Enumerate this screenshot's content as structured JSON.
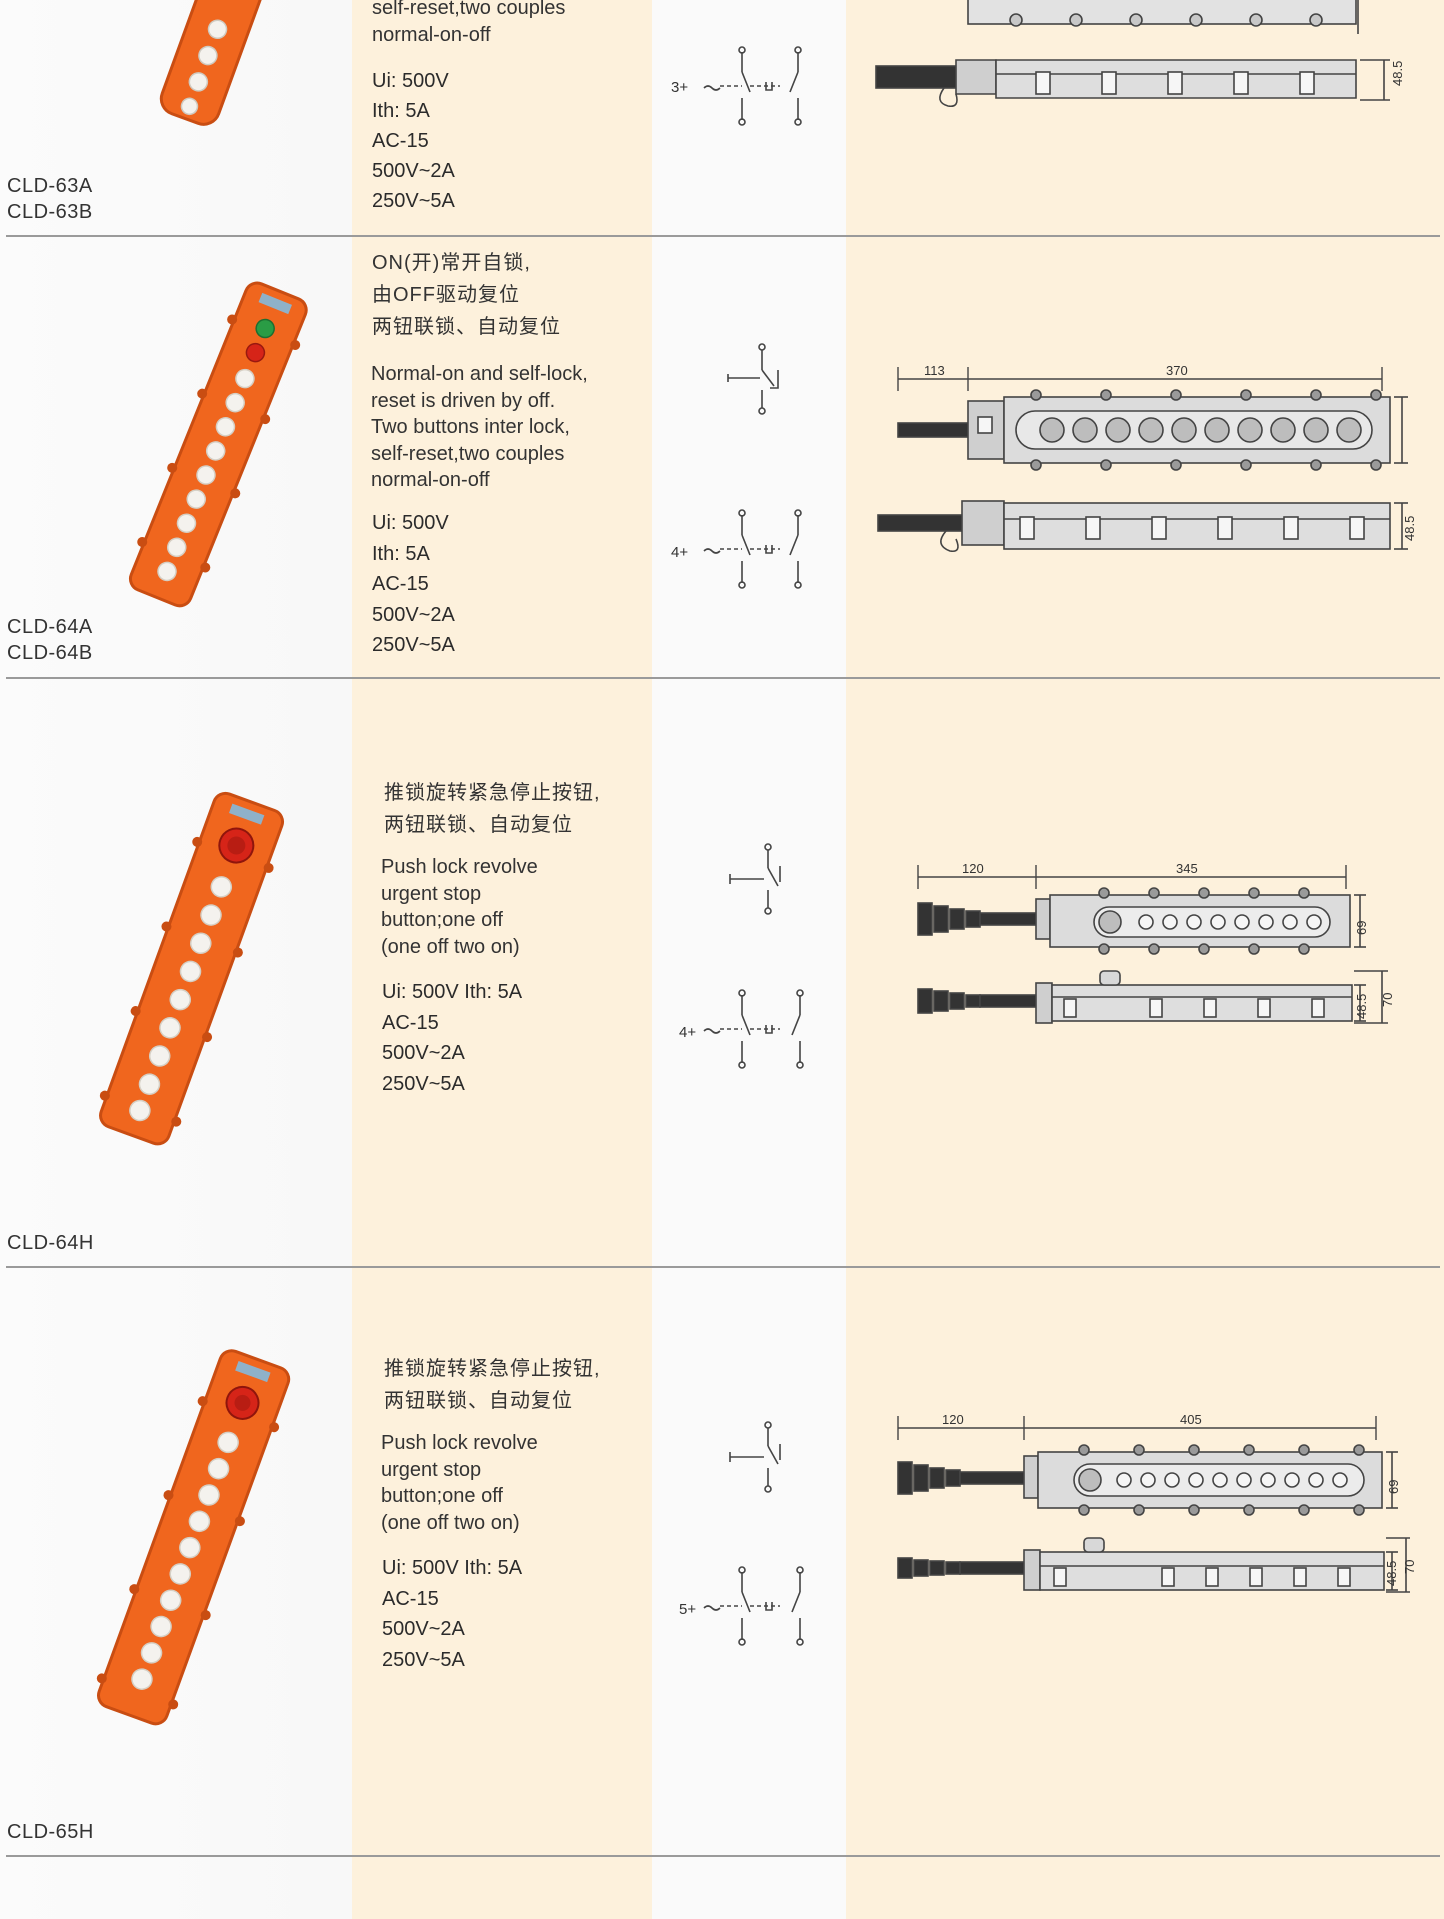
{
  "rows": [
    {
      "models": [
        "CLD-63A",
        "CLD-63B"
      ],
      "desc_en": "self-reset,two couples\nnormal-on-off",
      "specs": [
        "Ui: 500V",
        "Ith: 5A",
        "AC-15",
        "500V~2A",
        "250V~5A"
      ],
      "wiring_prefix": "3+",
      "dim_side": "48.5"
    },
    {
      "models": [
        "CLD-64A",
        "CLD-64B"
      ],
      "desc_cn": "ON(开)常开自锁,\n由OFF驱动复位\n两钮联锁、自动复位",
      "desc_en": "Normal-on and self-lock,\nreset is driven by off.\nTwo buttons inter lock,\nself-reset,two couples\nnormal-on-off",
      "specs": [
        "Ui: 500V",
        "Ith: 5A",
        "AC-15",
        "500V~2A",
        "250V~5A"
      ],
      "wiring_prefix": "4+",
      "dim_cable": "113",
      "dim_length": "370",
      "dim_side": "48.5"
    },
    {
      "models": [
        "CLD-64H"
      ],
      "desc_cn": "推锁旋转紧急停止按钮,\n两钮联锁、自动复位",
      "desc_en": "Push lock revolve\nurgent stop\nbutton;one off\n(one off two on)",
      "specs": [
        "Ui: 500V Ith: 5A",
        "AC-15",
        "500V~2A",
        "250V~5A"
      ],
      "wiring_prefix": "4+",
      "dim_cable": "120",
      "dim_length": "345",
      "dim_height": "69",
      "dim_side": "48.5",
      "dim_total": "70"
    },
    {
      "models": [
        "CLD-65H"
      ],
      "desc_cn": "推锁旋转紧急停止按钮,\n两钮联锁、自动复位",
      "desc_en": "Push lock revolve\nurgent stop\nbutton;one off\n(one off two on)",
      "specs": [
        "Ui: 500V Ith: 5A",
        "AC-15",
        "500V~2A",
        "250V~5A"
      ],
      "wiring_prefix": "5+",
      "dim_cable": "120",
      "dim_length": "405",
      "dim_height": "69",
      "dim_side": "48.5",
      "dim_total": "70"
    }
  ],
  "colors": {
    "housing": "#f0661e",
    "housing_dark": "#c94d12",
    "button_white": "#f4f2ee",
    "button_green": "#2a9c45",
    "button_red": "#d62418",
    "column_tint": "#fdf1dc",
    "divider": "#9a9a9a",
    "drawing_line": "#444444",
    "drawing_fill": "#dcdcdc"
  }
}
